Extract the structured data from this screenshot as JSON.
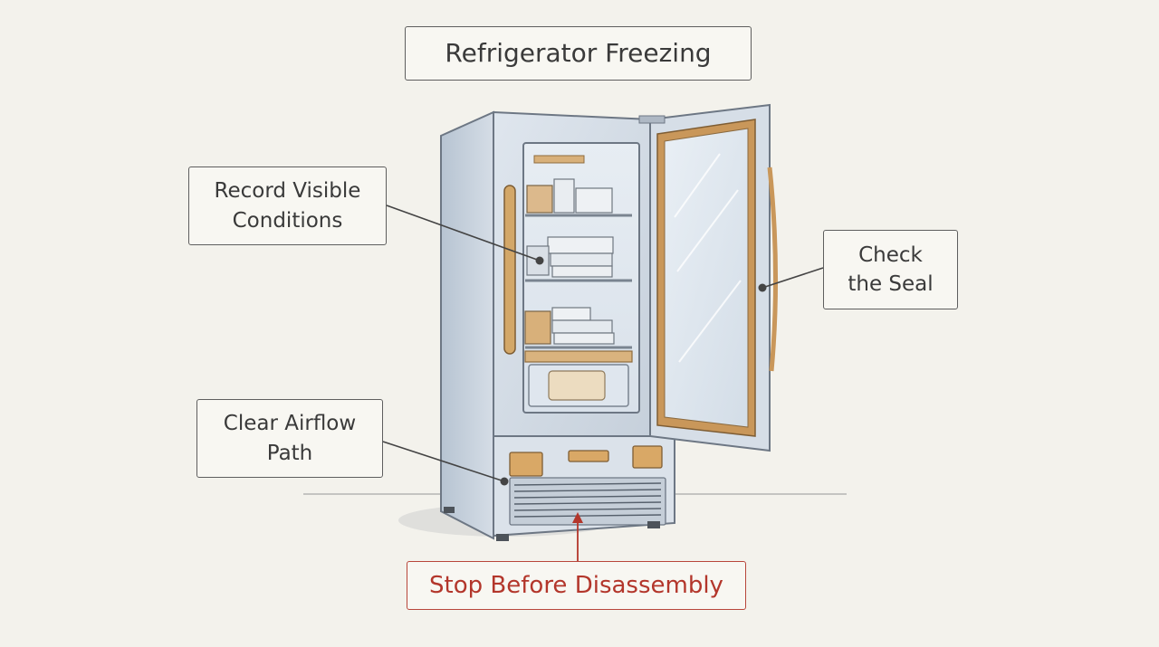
{
  "title": "Refrigerator Freezing",
  "callouts": {
    "record": {
      "line1": "Record Visible",
      "line2": "Conditions"
    },
    "seal": {
      "line1": "Check",
      "line2": "the Seal"
    },
    "airflow": {
      "line1": "Clear Airflow",
      "line2": "Path"
    },
    "stop": {
      "text": "Stop Before Disassembly"
    }
  },
  "colors": {
    "background": "#f3f2ec",
    "cabinet": "#c9d3de",
    "gasket": "#c9975a",
    "warning": "#b3362b",
    "ink": "#4a4a4a"
  },
  "icons": [
    "refrigerator-illustration"
  ]
}
